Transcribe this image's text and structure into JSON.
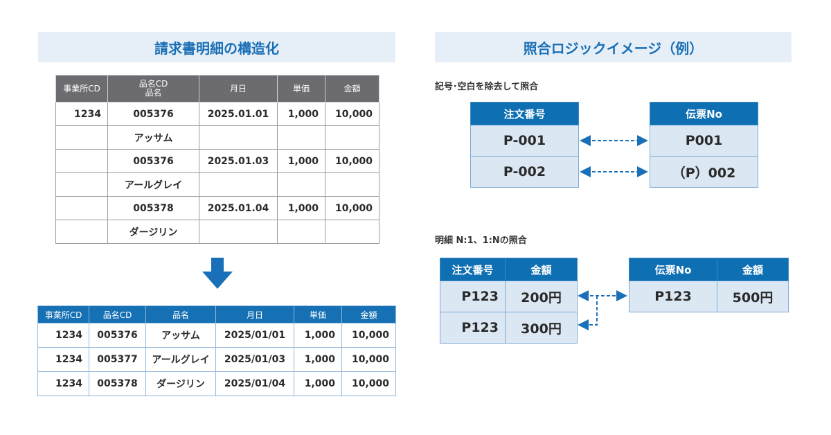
{
  "left": {
    "title": "請求書明細の構造化",
    "before": {
      "headers": [
        "事業所CD",
        "品名CD",
        "品名",
        "月日",
        "単価",
        "金額"
      ],
      "rows": [
        {
          "office": "1234",
          "code": "005376",
          "name": "アッサム",
          "date": "2025.01.01",
          "price": "1,000",
          "amount": "10,000"
        },
        {
          "office": "",
          "code": "005376",
          "name": "アールグレイ",
          "date": "2025.01.03",
          "price": "1,000",
          "amount": "10,000"
        },
        {
          "office": "",
          "code": "005378",
          "name": "ダージリン",
          "date": "2025.01.04",
          "price": "1,000",
          "amount": "10,000"
        }
      ]
    },
    "arrow_icon": "arrow-down-icon",
    "after": {
      "headers": [
        "事業所CD",
        "品名CD",
        "品名",
        "月日",
        "単価",
        "金額"
      ],
      "rows": [
        [
          "1234",
          "005376",
          "アッサム",
          "2025/01/01",
          "1,000",
          "10,000"
        ],
        [
          "1234",
          "005377",
          "アールグレイ",
          "2025/01/03",
          "1,000",
          "10,000"
        ],
        [
          "1234",
          "005378",
          "ダージリン",
          "2025/01/04",
          "1,000",
          "10,000"
        ]
      ]
    }
  },
  "right": {
    "title": "照合ロジックイメージ（例）",
    "section1": {
      "label": "記号･空白を除去して照合",
      "left_header": "注文番号",
      "left_rows": [
        "P-001",
        "P-002"
      ],
      "right_header": "伝票No",
      "right_rows": [
        "P001",
        "（P）002"
      ]
    },
    "section2": {
      "label": "明細 N:1、1:Nの照合",
      "left_headers": [
        "注文番号",
        "金額"
      ],
      "left_rows": [
        [
          "P123",
          "200円"
        ],
        [
          "P123",
          "300円"
        ]
      ],
      "right_headers": [
        "伝票No",
        "金額"
      ],
      "right_rows": [
        [
          "P123",
          "500円"
        ]
      ]
    }
  },
  "colors": {
    "accent": "#0f6fb3",
    "band": "#e6eff8",
    "gray_header": "#6b6b70",
    "cell": "#dbe7f3"
  }
}
